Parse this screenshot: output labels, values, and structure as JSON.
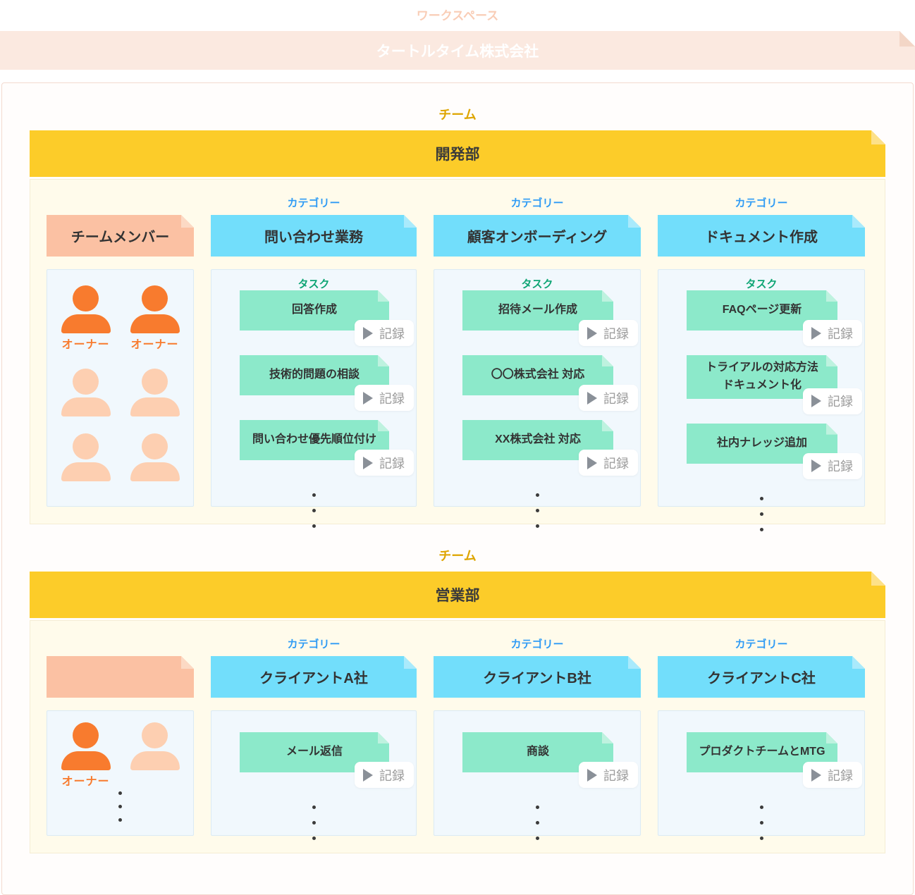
{
  "workspace": {
    "type_label": "ワークスペース",
    "name": "タートルタイム株式会社"
  },
  "labels": {
    "team": "チーム",
    "category": "カテゴリー",
    "task": "タスク",
    "record": "記録",
    "owner": "オーナー"
  },
  "colors": {
    "workspace_bar": "#FBE9E0",
    "workspace_label": "#F9CDB6",
    "team_bar": "#FCCC29",
    "team_label": "#DEA500",
    "category_card": "#72DEFB",
    "category_label": "#2E9BF5",
    "task_card": "#8CE9CA",
    "task_label": "#0FA575",
    "member_header_card": "#FBC1A3",
    "owner_orange": "#F87B2E",
    "member_peach": "#FDCFB1",
    "panel_blue": "#F1F8FD",
    "team_panel_cream": "#FFFBEB"
  },
  "teams": [
    {
      "name": "開発部",
      "members": {
        "header": "チームメンバー",
        "owner_count": 2,
        "member_count": 4
      },
      "categories": [
        {
          "name": "問い合わせ業務",
          "tasks": [
            "回答作成",
            "技術的問題の相談",
            "問い合わせ優先順位付け"
          ]
        },
        {
          "name": "顧客オンボーディング",
          "tasks": [
            "招待メール作成",
            "〇〇株式会社 対応",
            "XX株式会社 対応"
          ]
        },
        {
          "name": "ドキュメント作成",
          "tasks": [
            "FAQページ更新",
            "トライアルの対応方法\nドキュメント化",
            "社内ナレッジ追加"
          ]
        }
      ]
    },
    {
      "name": "営業部",
      "members": {
        "header": "",
        "owner_count": 1,
        "member_count": 1
      },
      "categories": [
        {
          "name": "クライアントA社",
          "tasks": [
            "メール返信"
          ]
        },
        {
          "name": "クライアントB社",
          "tasks": [
            "商談"
          ]
        },
        {
          "name": "クライアントC社",
          "tasks": [
            "プロダクトチームとMTG"
          ]
        }
      ]
    }
  ]
}
